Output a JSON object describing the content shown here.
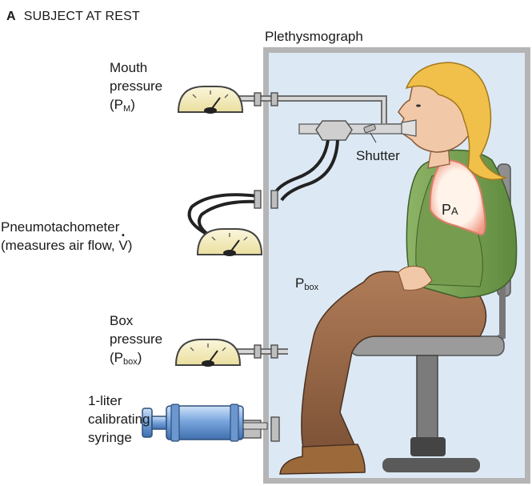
{
  "panel": {
    "letter": "A",
    "title": "SUBJECT AT REST"
  },
  "labels": {
    "plethysmograph": "Plethysmograph",
    "mouth_pressure": {
      "line1": "Mouth",
      "line2": "pressure",
      "symbol": "P",
      "sub": "M"
    },
    "shutter": "Shutter",
    "alveolar": {
      "symbol": "P",
      "sub": "A"
    },
    "pneumotachometer": {
      "line1": "Pneumotachometer",
      "line2": "(measures air flow, ",
      "flow_symbol": "V",
      "close": ")"
    },
    "box_inside": {
      "symbol": "P",
      "sub": "box"
    },
    "box_pressure": {
      "line1": "Box",
      "line2": "pressure",
      "symbol": "P",
      "sub": "box"
    },
    "syringe": {
      "line1": "1-liter",
      "line2": "calibrating",
      "line3": "syringe"
    }
  },
  "colors": {
    "box_fill": "#dce9f4",
    "box_frame": "#9a9a9a",
    "gauge_face": "#f6efc6",
    "shirt": "#7ea15a",
    "pants": "#9a6a4a",
    "skin": "#f2c9a8",
    "hair": "#f0c04a",
    "lung": "#fbe3dc",
    "lung_edge": "#e07c6a",
    "syringe": "#7aa6de",
    "chair": "#8a8a8a"
  }
}
